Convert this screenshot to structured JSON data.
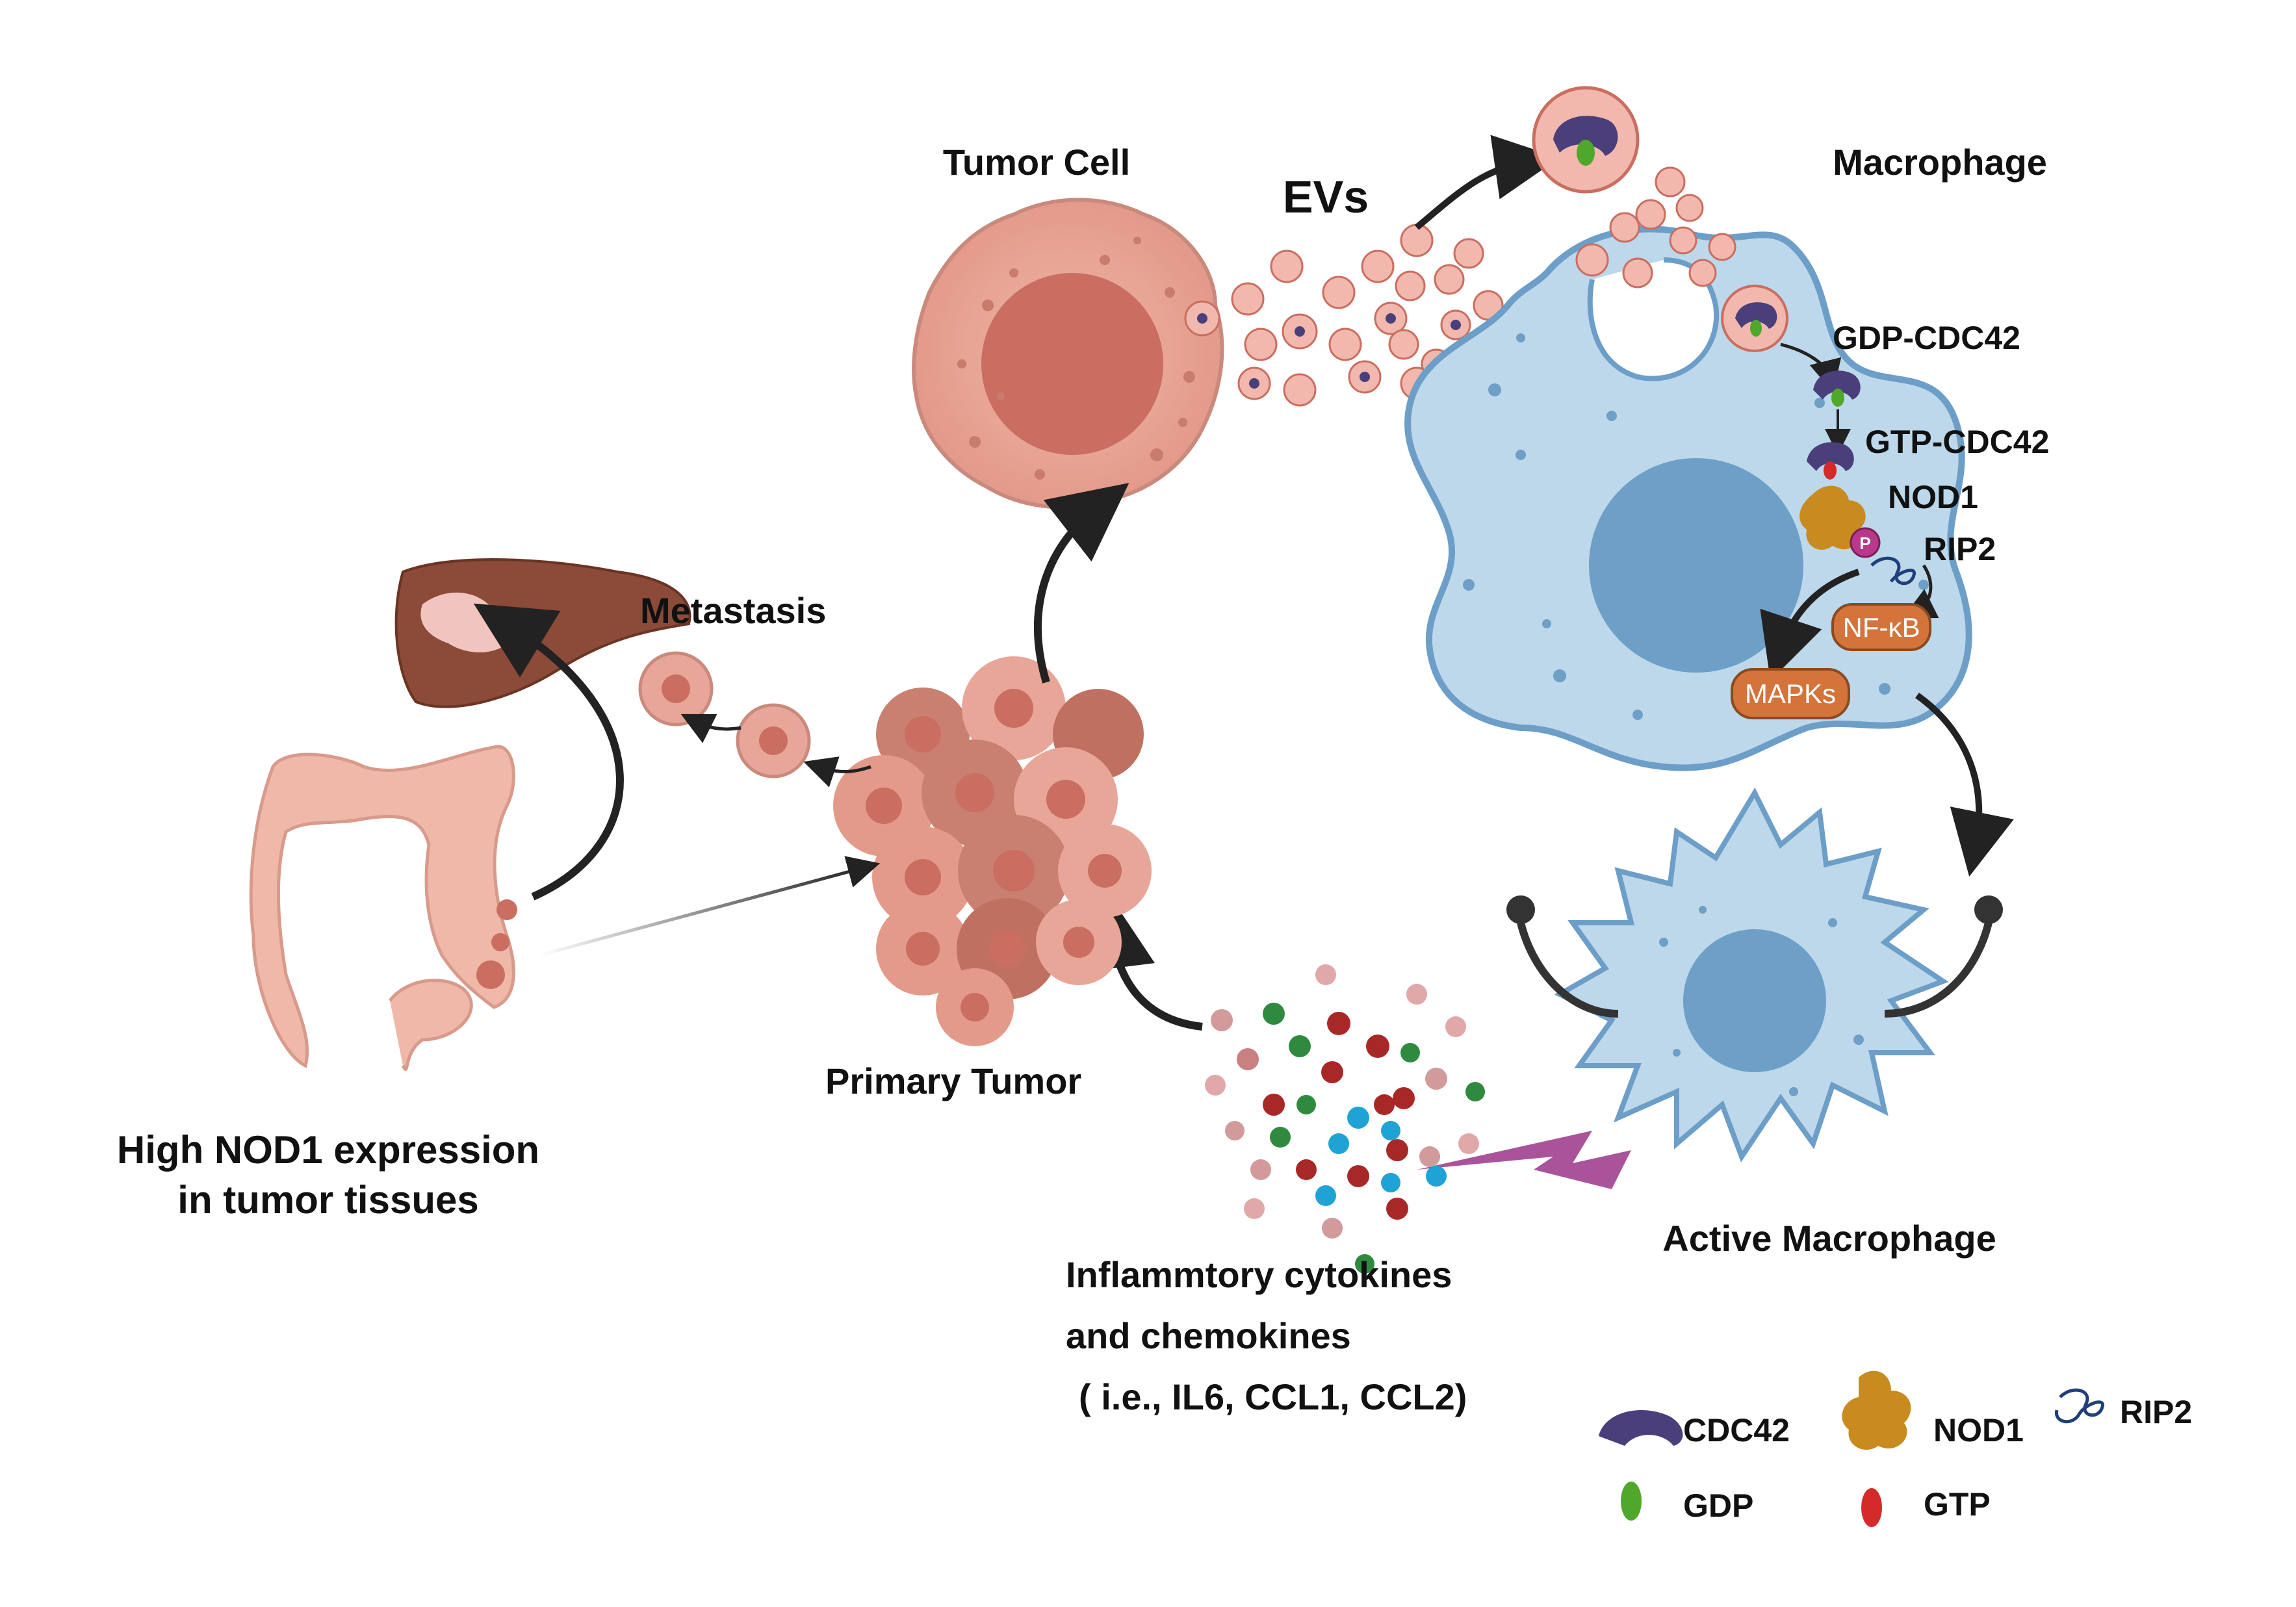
{
  "labels": {
    "tumor_cell": "Tumor Cell",
    "evs": "EVs",
    "macrophage": "Macrophage",
    "gdp_cdc42": "GDP-CDC42",
    "gtp_cdc42": "GTP-CDC42",
    "nod1": "NOD1",
    "rip2": "RIP2",
    "phospho": "P",
    "nfkb": "NF-κB",
    "mapks": "MAPKs",
    "metastasis": "Metastasis",
    "primary_tumor": "Primary Tumor",
    "high_nod1_line1": "High NOD1 expression",
    "high_nod1_line2": "in tumor tissues",
    "active_macrophage": "Active  Macrophage",
    "cytokines_line1": "Inflammtory cytokines",
    "cytokines_line2": "and chemokines",
    "cytokines_line3": "( i.e.,  IL6, CCL1, CCL2)"
  },
  "legend": [
    {
      "key": "cdc42",
      "label": "CDC42",
      "icon": "cdc42-icon",
      "color": "#4a3f7a"
    },
    {
      "key": "nod1",
      "label": "NOD1",
      "icon": "nod1-icon",
      "color": "#c98a1f"
    },
    {
      "key": "rip2",
      "label": "RIP2",
      "icon": "rip2-icon",
      "color": "#1f3f7a"
    },
    {
      "key": "gdp",
      "label": "GDP",
      "icon": "gdp-icon",
      "color": "#4fa82a"
    },
    {
      "key": "gtp",
      "label": "GTP",
      "icon": "gtp-icon",
      "color": "#d42a2a"
    }
  ],
  "colors": {
    "tumor": "#e8a698",
    "tumor_nucleus": "#c96e60",
    "macrophage": "#bcd8ea",
    "macrophage_border": "#6c9ec8",
    "macrophage_nucleus": "#6e9fc7",
    "pathway_box": "#d4733a",
    "liver": "#8c4a38",
    "colon": "#f0b8a8",
    "lightning": "#a9549a"
  }
}
